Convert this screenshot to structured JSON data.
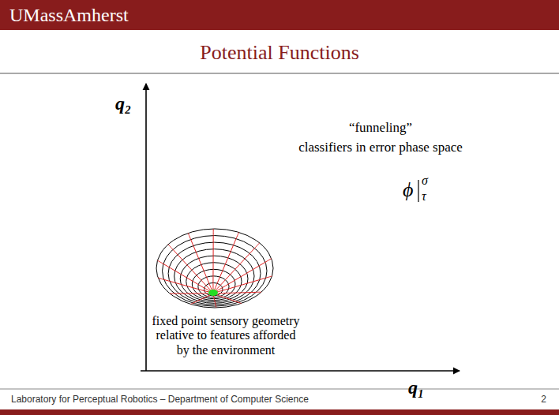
{
  "diagram": {
    "title": "Potential Functions",
    "labels": [
      "UMassAmherst",
      "“funneling”",
      "classifiers in error phase space",
      "ϕ",
      "σ",
      "τ",
      "q₂",
      "q₁",
      "fixed point sensory geometry relative to features afforded by the environment",
      "Laboratory for Perceptual Robotics – Department of Computer Science",
      "2"
    ]
  }
}
